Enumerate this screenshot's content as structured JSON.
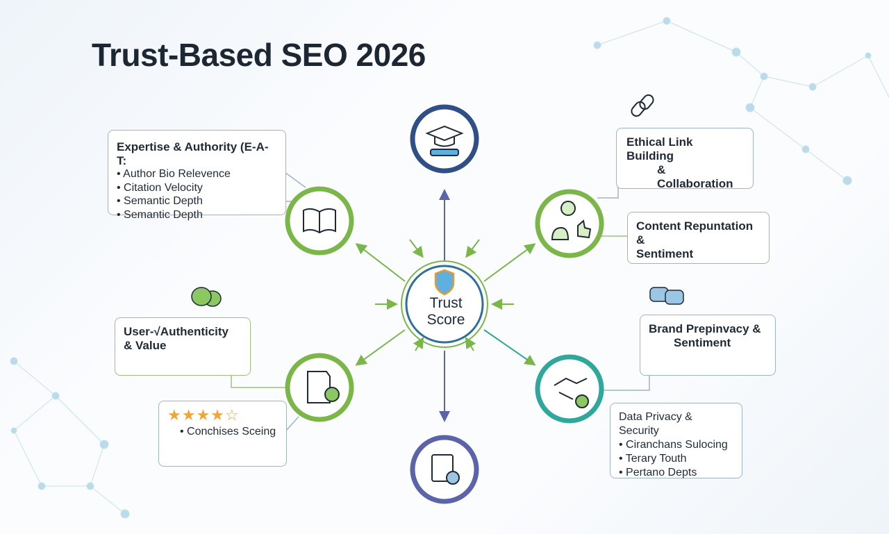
{
  "title": "Trust-Based SEO 2026",
  "center": {
    "line1": "Trust",
    "line2": "Score"
  },
  "expertise": {
    "heading": "Expertise & Authority (E-A-T:",
    "items": [
      "Author Bio Relevence",
      "Citation Velocity",
      "Semantic Depth",
      "Semantic Depth"
    ]
  },
  "link_building": {
    "line1": "Ethical Link Building",
    "line2": "& Collaboration"
  },
  "content_reputation": {
    "line1": "Content Repuntation &",
    "line2": "Sentiment"
  },
  "user_authenticity": {
    "line1": "User-√Authenticity",
    "line2": "& Value"
  },
  "rating": {
    "stars": "★★★★☆",
    "value": 4,
    "max": 5,
    "item": "Conchises Sceing"
  },
  "brand": {
    "line1": "Brand Prepinvacy &",
    "line2": "Sentiment"
  },
  "data_privacy": {
    "heading": "Data Privacy & Security",
    "items": [
      "Ciranchans Sulocing",
      "Terary Touth",
      "Pertano Depts"
    ]
  },
  "colors": {
    "green": "#7ab648",
    "teal": "#2fa79a",
    "navy": "#2f4f86",
    "purple": "#5b64a8",
    "arrow": "#6b74a6"
  }
}
